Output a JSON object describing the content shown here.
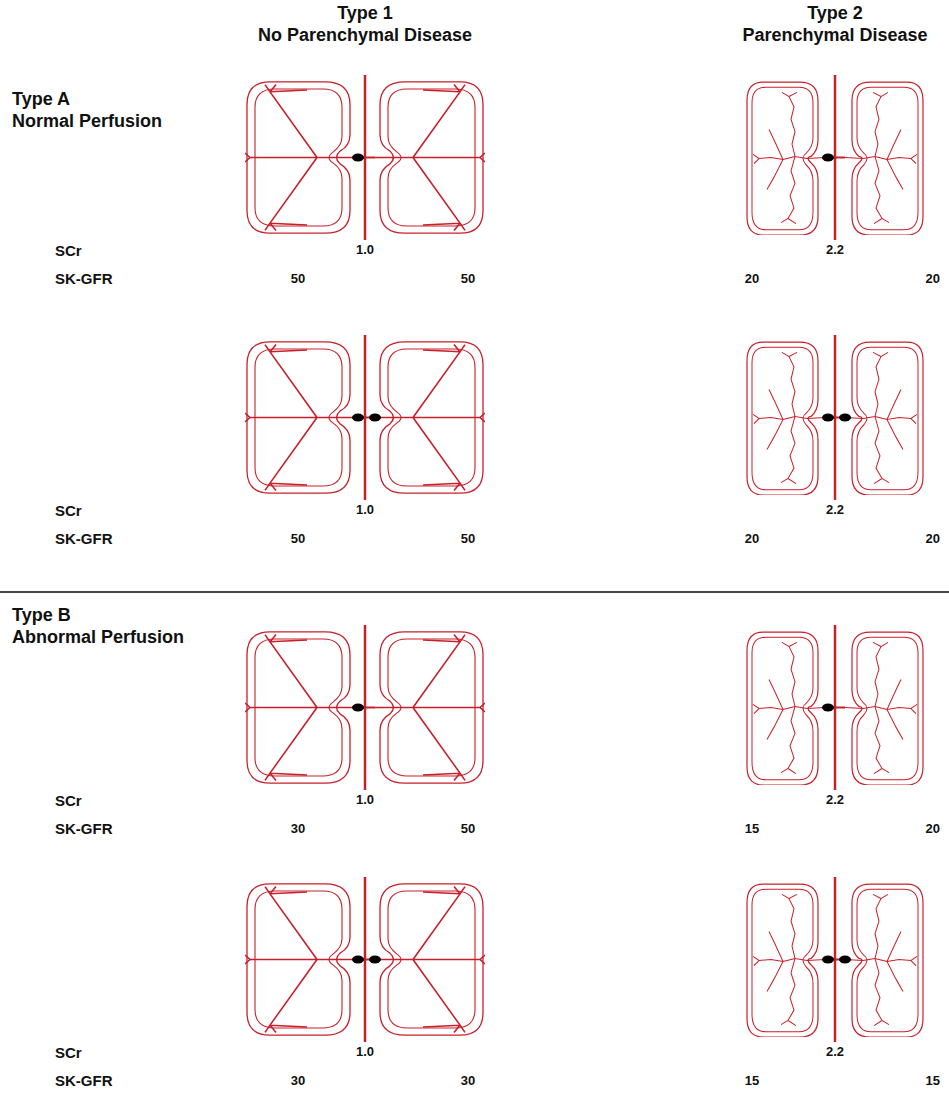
{
  "diagram": {
    "labels": [
      "Type 1",
      "No Parenchymal Disease",
      "Type 2",
      "Parenchymal Disease",
      "Type A",
      "Normal Perfusion",
      "SCr",
      "1.0",
      "2.2",
      "SK-GFR",
      "50",
      "50",
      "20",
      "20",
      "SCr",
      "1.0",
      "2.2",
      "SK-GFR",
      "50",
      "50",
      "20",
      "20",
      "Type B",
      "Abnormal Perfusion",
      "SCr",
      "1.0",
      "2.2",
      "SK-GFR",
      "30",
      "50",
      "15",
      "20",
      "SCr",
      "1.0",
      "2.2",
      "SK-GFR",
      "30",
      "30",
      "15",
      "15"
    ]
  }
}
